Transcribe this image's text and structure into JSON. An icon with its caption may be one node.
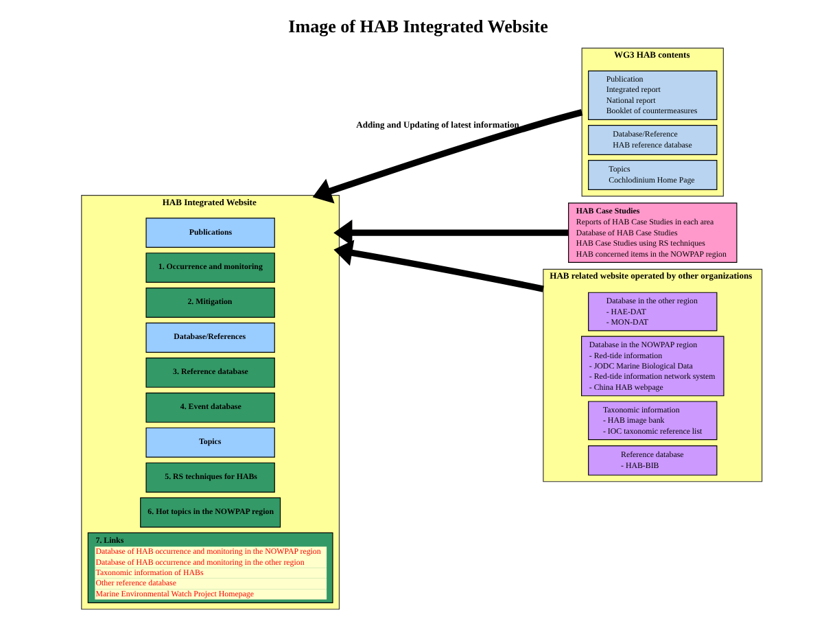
{
  "diagram": {
    "title": "Image of HAB Integrated Website",
    "nodes": [
      {
        "text": [
          "HAB Integrated Website"
        ]
      },
      {
        "text": [
          "Publications"
        ],
        "in": 0
      },
      {
        "text": [
          "1. Occurrence and monitoring"
        ],
        "in": 0
      },
      {
        "text": [
          "2. Mitigation"
        ],
        "in": 0
      },
      {
        "text": [
          "Database/References"
        ],
        "in": 0
      },
      {
        "text": [
          "3. Reference database"
        ],
        "in": 0
      },
      {
        "text": [
          "4. Event database"
        ],
        "in": 0
      },
      {
        "text": [
          "Topics"
        ],
        "in": 0
      },
      {
        "text": [
          "5. RS techniques for HABs"
        ],
        "in": 0
      },
      {
        "text": [
          "6. Hot topics in the NOWPAP region"
        ],
        "in": 0
      },
      {
        "text": [
          "7. Links",
          "Database of HAB occurrence and monitoring in the NOWPAP region",
          "Database of HAB occurrence and monitoring in the other region",
          "Taxonomic information of HABs",
          "Other reference database",
          "Marine Environmental Watch Project Homepage"
        ],
        "in": 0
      },
      {
        "text": [
          "WG3 HAB contents"
        ]
      },
      {
        "text": [
          "Publication",
          "Integrated report",
          "National report",
          "Booklet of countermeasures"
        ],
        "in": 11
      },
      {
        "text": [
          "Database/Reference",
          "HAB reference database"
        ],
        "in": 11
      },
      {
        "text": [
          "Topics",
          "Cochlodinium Home Page"
        ],
        "in": 11
      },
      {
        "text": [
          "HAB Case Studies",
          "Reports of HAB Case Studies in each area",
          "Database of HAB Case Studies",
          "HAB Case Studies using RS techniques",
          "HAB concerned items in the NOWPAP region"
        ]
      },
      {
        "text": [
          "HAB related website operated by other organizations"
        ]
      },
      {
        "text": [
          "Database in the other region",
          "- HAE-DAT",
          "- MON-DAT"
        ],
        "in": 16
      },
      {
        "text": [
          "Database in the NOWPAP region",
          "- Red-tide information",
          "- JODC Marine Biological Data",
          "- Red-tide information network system",
          "- China HAB webpage"
        ],
        "in": 16
      },
      {
        "text": [
          "Taxonomic information",
          "- HAB image bank",
          "- IOC taxonomic reference list"
        ],
        "in": 16
      },
      {
        "text": [
          "Reference database",
          "- HAB-BIB"
        ],
        "in": 16
      }
    ],
    "edges": [
      {
        "from": 11,
        "to": 0,
        "arrow": "to",
        "label": "Adding and Updating of latest information"
      },
      {
        "from": 15,
        "to": 0,
        "arrow": "to"
      },
      {
        "from": 16,
        "to": 0,
        "arrow": "to"
      }
    ]
  }
}
